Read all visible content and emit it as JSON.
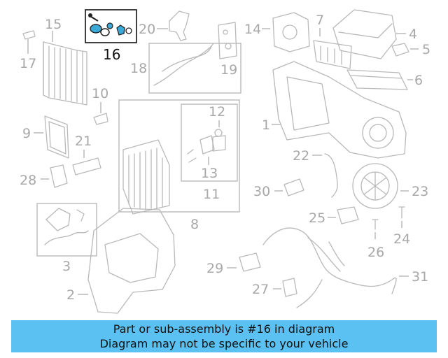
{
  "banner": {
    "line1": "Part or sub-assembly is #16 in diagram",
    "line2": "Diagram may not be specific to your vehicle",
    "color": "#5bc1f2"
  },
  "callouts": {
    "c1": "1",
    "c2": "2",
    "c3": "3",
    "c4": "4",
    "c5": "5",
    "c6": "6",
    "c7": "7",
    "c8": "8",
    "c9": "9",
    "c10": "10",
    "c11": "11",
    "c12": "12",
    "c13": "13",
    "c14": "14",
    "c15": "15",
    "c16": "16",
    "c17": "17",
    "c18": "18",
    "c19": "19",
    "c20": "20",
    "c21": "21",
    "c22": "22",
    "c23": "23",
    "c24": "24",
    "c25": "25",
    "c26": "26",
    "c27": "27",
    "c28": "28",
    "c29": "29",
    "c30": "30",
    "c31": "31"
  },
  "highlight": {
    "part": "16",
    "accent": "#3aa9d8"
  }
}
